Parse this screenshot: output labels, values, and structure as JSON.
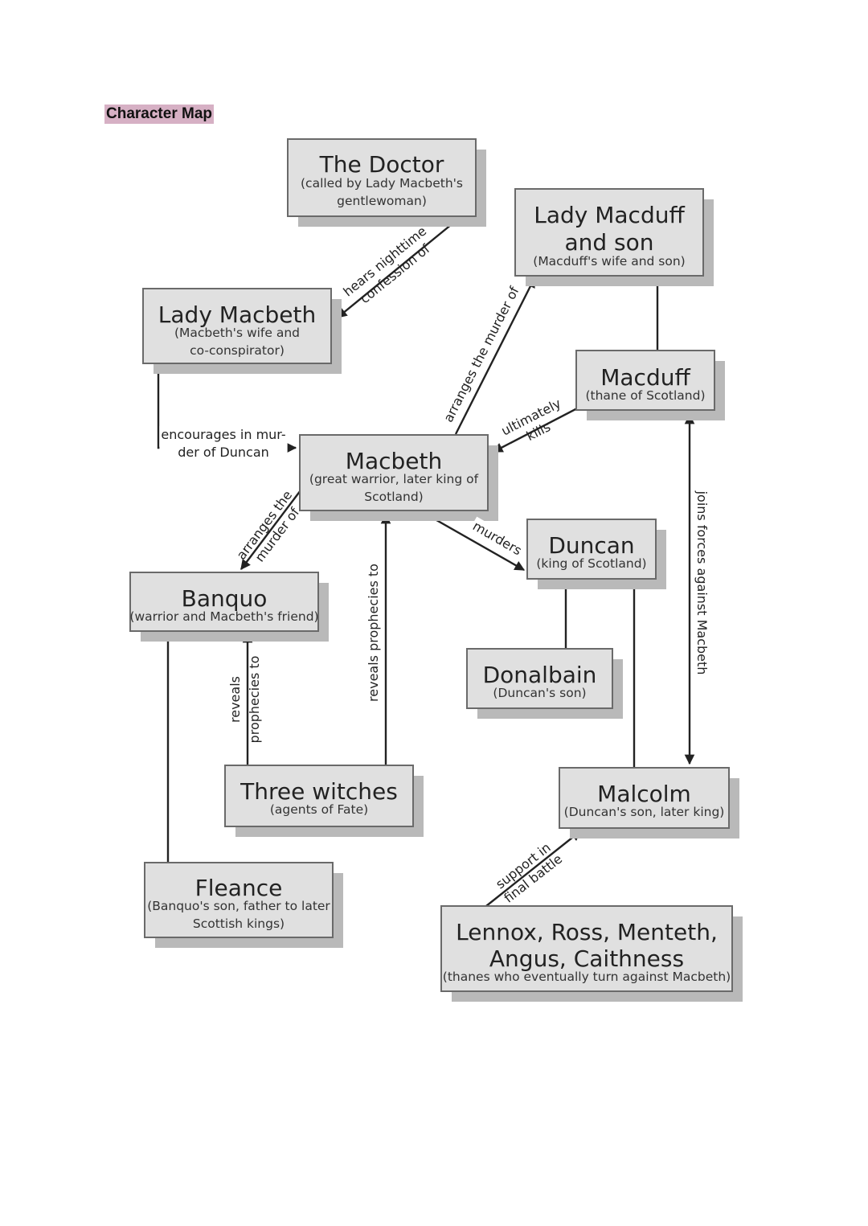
{
  "heading": "Character Map",
  "nodes": {
    "doctor": {
      "name": [
        "The Doctor"
      ],
      "desc": [
        "(called by Lady Macbeth's",
        "gentlewoman)"
      ]
    },
    "lady_macduff": {
      "name": [
        "Lady Macduff",
        "and son"
      ],
      "desc": [
        "(Macduff's wife and son)"
      ]
    },
    "lady_macbeth": {
      "name": [
        "Lady Macbeth"
      ],
      "desc": [
        "(Macbeth's wife and",
        "co-conspirator)"
      ]
    },
    "macduff": {
      "name": [
        "Macduff"
      ],
      "desc": [
        "(thane of Scotland)"
      ]
    },
    "macbeth": {
      "name": [
        "Macbeth"
      ],
      "desc": [
        "(great warrior, later king of",
        "Scotland)"
      ]
    },
    "duncan": {
      "name": [
        "Duncan"
      ],
      "desc": [
        "(king of Scotland)"
      ]
    },
    "banquo": {
      "name": [
        "Banquo"
      ],
      "desc": [
        "(warrior and Macbeth's friend)"
      ]
    },
    "donalbain": {
      "name": [
        "Donalbain"
      ],
      "desc": [
        "(Duncan's son)"
      ]
    },
    "witches": {
      "name": [
        "Three witches"
      ],
      "desc": [
        "(agents of Fate)"
      ]
    },
    "malcolm": {
      "name": [
        "Malcolm"
      ],
      "desc": [
        "(Duncan's son, later king)"
      ]
    },
    "fleance": {
      "name": [
        "Fleance"
      ],
      "desc": [
        "(Banquo's son, father to later",
        "Scottish kings)"
      ]
    },
    "thanes": {
      "name": [
        "Lennox, Ross, Menteth,",
        "Angus, Caithness"
      ],
      "desc": [
        "(thanes who eventually turn against Macbeth)"
      ]
    }
  },
  "labels": {
    "doctor_lm": [
      "hears nighttime",
      "confession of"
    ],
    "lm_macbeth": [
      "encourages in mur-",
      "der of Duncan"
    ],
    "macbeth_lmacduff": [
      "arranges the murder of"
    ],
    "macduff_macbeth": [
      "ultimately",
      "kills"
    ],
    "macbeth_banquo": [
      "arranges the",
      "murder of"
    ],
    "macbeth_duncan": [
      "murders"
    ],
    "witches_banquo": [
      "reveals",
      "prophecies to"
    ],
    "witches_macbeth": [
      "reveals prophecies to"
    ],
    "macduff_malcolm": [
      "joins forces against Macbeth"
    ],
    "thanes_malcolm": [
      "support in",
      "final battle"
    ]
  }
}
